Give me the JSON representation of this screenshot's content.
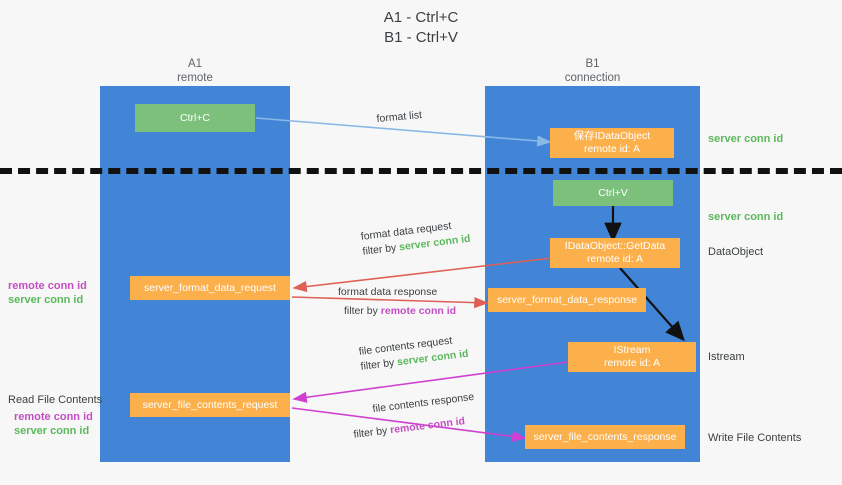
{
  "title": {
    "line1": "A1 - Ctrl+C",
    "line2": "B1 - Ctrl+V"
  },
  "columns": [
    {
      "id": "a1",
      "name": "A1",
      "role": "remote"
    },
    {
      "id": "b1",
      "name": "B1",
      "role": "connection"
    }
  ],
  "colors": {
    "lifeline": "#4285d6",
    "green_node": "#7cc07c",
    "orange_node": "#fbb04c",
    "server_conn_id": "#5cb85c",
    "remote_conn_id": "#c44ec4",
    "arrow_blue": "#8ab8e8",
    "arrow_red": "#e06055",
    "arrow_magenta": "#d03fd0",
    "arrow_black": "#111111",
    "divider": "#111111"
  },
  "nodes": {
    "ctrl_c": {
      "label": "Ctrl+C"
    },
    "save_idataobject": {
      "line1": "保存IDataObject",
      "line2": "remote id: A"
    },
    "ctrl_v": {
      "label": "Ctrl+V"
    },
    "getdata": {
      "line1": "IDataObject::GetData",
      "line2": "remote id: A"
    },
    "server_format_data_request": {
      "label": "server_format_data_request"
    },
    "server_format_data_response": {
      "label": "server_format_data_response"
    },
    "istream": {
      "line1": "IStream",
      "line2": "remote id: A"
    },
    "server_file_contents_request": {
      "label": "server_file_contents_request"
    },
    "server_file_contents_response": {
      "label": "server_file_contents_response"
    }
  },
  "right_labels": {
    "server_conn_id_1": "server conn id",
    "server_conn_id_2": "server conn id",
    "dataobject": "DataObject",
    "istream": "Istream",
    "write_file_contents": "Write File Contents"
  },
  "left_labels": {
    "remote_conn_id_1": "remote conn id",
    "server_conn_id_1": "server conn id",
    "read_file_contents": "Read File Contents",
    "remote_conn_id_2": "remote conn id",
    "server_conn_id_2": "server conn id"
  },
  "arrow_labels": {
    "format_list": "format list",
    "format_data_request": {
      "title": "format data request",
      "filter_prefix": "filter by ",
      "filter_value": "server conn id"
    },
    "format_data_response": {
      "title": "format data response",
      "filter_prefix": "filter by ",
      "filter_value": "remote conn id"
    },
    "file_contents_request": {
      "title": "file contents request",
      "filter_prefix": "filter by ",
      "filter_value": "server conn id"
    },
    "file_contents_response": {
      "title": "file contents response",
      "filter_prefix": "filter by ",
      "filter_value": "remote conn id"
    }
  }
}
